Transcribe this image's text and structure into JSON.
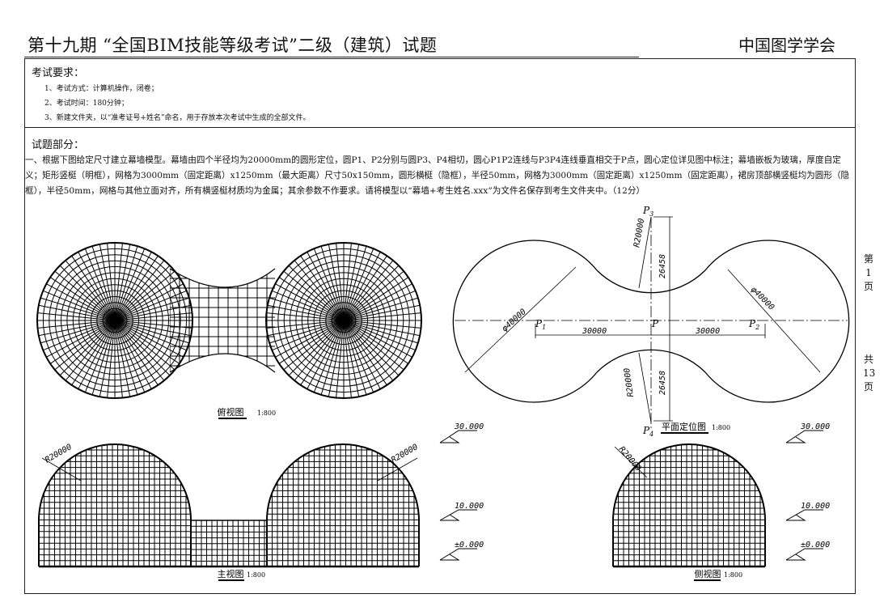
{
  "header": {
    "title": "第十九期 “全国BIM技能等级考试”二级（建筑）试题",
    "org": "中国图学学会"
  },
  "requirements": {
    "title": "考试要求：",
    "items": [
      "1、考试方式：计算机操作，闭卷；",
      "2、考试时间：180分钟；",
      "3、新建文件夹，以“准考证号+姓名”命名，用于存放本次考试中生成的全部文件。"
    ]
  },
  "section": {
    "title": "试题部分：",
    "question": "一、根据下图给定尺寸建立幕墙模型。幕墙由四个半径均为20000mm的圆形定位，圆P1、P2分别与圆P3、P4相切，圆心P1P2连线与P3P4连线垂直相交于P点，圆心定位详见图中标注；幕墙嵌板为玻璃，厚度自定义；矩形竖梃（明框），网格为3000mm（固定距离）x1250mm（最大距离）尺寸50x150mm，圆形横梃（隐框），半径50mm，网格为3000mm（固定距离）x1250mm（固定距离），裙房顶部横竖梃均为圆形（隐框），半径50mm，网格与其他立面对齐，所有横竖梃材质均为金属；其余参数不作要求。请将模型以“幕墙+考生姓名.xxx”为文件名保存到考生文件夹中。（12分）"
  },
  "drawings": {
    "top_view": "俯视图",
    "top_scale": "1:800",
    "plan_view": "平面定位图",
    "plan_scale": "1:800",
    "front_view": "主视图",
    "front_scale": "1:800",
    "side_view": "侧视图",
    "side_scale": "1:800"
  },
  "plan_labels": {
    "p1": "P",
    "p1_sub": "1",
    "p2": "P",
    "p2_sub": "2",
    "p3": "P",
    "p3_sub": "3",
    "p4": "P",
    "p4_sub": "4",
    "p": "P",
    "dim_left": "30000",
    "dim_right": "30000",
    "dim_top": "26458",
    "dim_bottom": "26458",
    "r_top": "R20000",
    "r_bottom": "R20000",
    "dia_left": "φ40000",
    "dia_right": "φ40000"
  },
  "elevations": {
    "r_left": "R20000",
    "r_right": "R20000",
    "r_side": "R20000",
    "lvl_top": "30.000",
    "lvl_mid": "10.000",
    "lvl_zero": "±0.000",
    "side_top": "30.000",
    "side_mid": "10.000",
    "side_zero": "±0.000"
  },
  "pager": {
    "page_chars": [
      "第",
      "1",
      "页"
    ],
    "total_chars": [
      "共",
      "13",
      "页"
    ]
  }
}
